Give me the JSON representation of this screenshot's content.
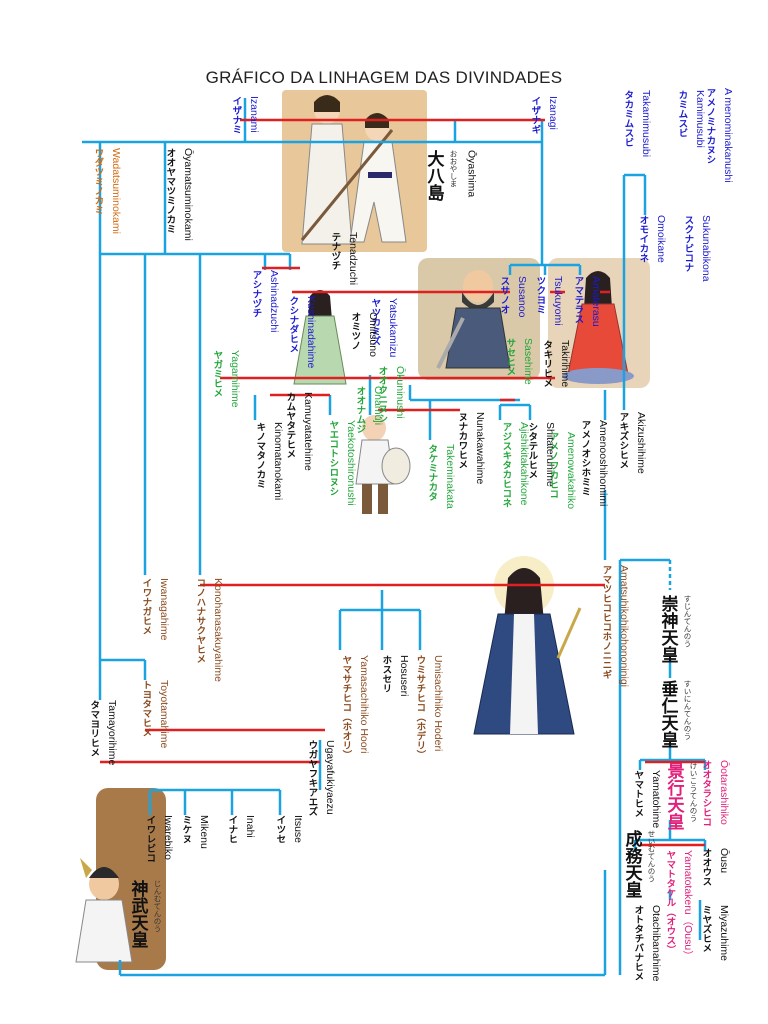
{
  "title": "GRÁFICO DA LINHAGEM DAS DIVINDADES",
  "deities": {
    "izanami": {
      "romaji": "Izanami",
      "kana": "イザナミ"
    },
    "izanagi": {
      "romaji": "Izanagi",
      "kana": "イザナギ"
    },
    "takamimusubi": {
      "romaji": "Takamimusubi",
      "kana": "タカミムスビ"
    },
    "kamimusubi": {
      "romaji": "Kamimusubi",
      "kana": "カミムスビ"
    },
    "amenominakanushi": {
      "romaji": "A menominakanushi",
      "kana": "アメノミナカヌシ"
    },
    "sukunabikona": {
      "romaji": "Sukunabikona",
      "kana": "スクナビコナ"
    },
    "omoikane": {
      "romaji": "Omoikane",
      "kana": "オモイカネ"
    },
    "wadatsuminokami": {
      "romaji": "Wadatsuminokami",
      "kana": "ワダツミノカミ"
    },
    "oyamatsuminokami": {
      "romaji": "Ōyamatsuminokami",
      "kana": "オオヤマツミノカミ"
    },
    "oyashima": {
      "romaji": "Ōyashima",
      "furigana": "おおやしま",
      "kanji": "大八島"
    },
    "tenadzuchi": {
      "romaji": "Tenadzuchi",
      "kana": "テナヅチ"
    },
    "ashinadzuchi": {
      "romaji": "Ashinadzuchi",
      "kana": "アシナヅチ"
    },
    "kushinadahime": {
      "romaji": "Kushinadahime",
      "kana": "クシナダヒメ"
    },
    "susanoo": {
      "romaji": "Susanoo",
      "kana": "スサノオ"
    },
    "tsukuyomi": {
      "romaji": "Tsukuyomi",
      "kana": "ツクヨミ"
    },
    "amaterasu": {
      "romaji": "Amaterasu",
      "kana": "アマテラス"
    },
    "yatsukamizu": {
      "romaji": "Yatsukamizu",
      "kana": "ヤツカミズ"
    },
    "omitsuno": {
      "romaji": "Omitsuno",
      "kana": "オミツノ"
    },
    "sasehime": {
      "romaji": "Sasehime",
      "kana": "サセヒメ"
    },
    "takirihime": {
      "romaji": "Takirihime",
      "kana": "タキリヒメ"
    },
    "yagamihime": {
      "romaji": "Yagamihime",
      "kana": "ヤガミヒメ"
    },
    "okuninushi": {
      "romaji": "Ōkuninushi",
      "kana": "オオクニヌシ"
    },
    "onamuji": {
      "romaji": "Ōnamuji",
      "kana": "オオナムジ"
    },
    "kamuyatatehime": {
      "romaji": "Kamuyatatehime",
      "kana": "カムヤタテヒメ"
    },
    "kinomatanokami": {
      "romaji": "Kinomatanokami",
      "kana": "キノマタノカミ"
    },
    "yaekotoshironushi": {
      "romaji": "Yaekotoshironushi",
      "kana": "ヤエコトシロヌシ"
    },
    "takeminakata": {
      "romaji": "Takeminakata",
      "kana": "タケミナカタ"
    },
    "nunakawahime": {
      "romaji": "Nunakawahime",
      "kana": "ヌナカワヒメ"
    },
    "ajishikitakahikone": {
      "romaji": "Ajishikitakahikone",
      "kana": "アジスキタカヒコネ"
    },
    "shitateruhime": {
      "romaji": "Shitateruhime",
      "kana": "シタテルヒメ"
    },
    "amenowakahiko": {
      "romaji": "Amenowakahiko",
      "kana": "アメノワカヒコ"
    },
    "amenooshihomimi": {
      "romaji": "Amenooshihomimi",
      "kana": "アメノオシホミミ"
    },
    "akizushihime": {
      "romaji": "Akizushihime",
      "kana": "アキズシヒメ"
    },
    "ninigi": {
      "romaji": "Amatsuhikohikohononinigi",
      "kana": "アマツヒコヒコホノニニギ"
    },
    "konohanasakuyahime": {
      "romaji": "Konohanasakuyahime",
      "kana": "コノハナサクヤヒメ"
    },
    "iwanagahime": {
      "romaji": "Iwanagahime",
      "kana": "イワナガヒメ"
    },
    "hosuseri": {
      "romaji": "Hosuseri",
      "kana": "ホスセリ"
    },
    "umisachihiko": {
      "romaji": "Umisachihiko Hoderi",
      "kana": "ウミサチヒコ（ホデリ）"
    },
    "yamasachihiko": {
      "romaji": "Yamasachihiko Hoori",
      "kana": "ヤマサチヒコ（ホオリ）"
    },
    "toyotamahime": {
      "romaji": "Toyotamahime",
      "kana": "トヨタマヒメ"
    },
    "tamayorihime": {
      "romaji": "Tamayorihime",
      "kana": "タマヨリヒメ"
    },
    "ugayafukiaezu": {
      "romaji": "Ugayafukiyaezu",
      "kana": "ウガヤフキアエズ"
    },
    "itsuse": {
      "romaji": "Itsuse",
      "kana": "イツセ"
    },
    "inahi": {
      "romaji": "Inahi",
      "kana": "イナヒ"
    },
    "mikenu": {
      "romaji": "Mikenu",
      "kana": "ミケヌ"
    },
    "iwarebiko": {
      "romaji": "Iwarebiko",
      "kana": "イワレビコ"
    },
    "jimmu": {
      "furigana": "じんむてんのう",
      "kanji": "神武天皇"
    },
    "sujin": {
      "furigana": "すじんてんのう",
      "kanji": "崇神天皇"
    },
    "suinin": {
      "furigana": "すいにんてんのう",
      "kanji": "垂仁天皇"
    },
    "keiko": {
      "furigana": "けいこうてんのう",
      "kanji": "景行天皇"
    },
    "seimu": {
      "furigana": "せいむてんのう",
      "kanji": "成務天皇"
    },
    "yamatohime": {
      "romaji": "Yamatohime",
      "kana": "ヤマトヒメ"
    },
    "otarashihiko": {
      "romaji": "Ōotarashihiko",
      "kana": "オオタラシヒコ"
    },
    "ousu": {
      "romaji": "Ōusu",
      "kana": "オオウス"
    },
    "yamatotakeru": {
      "romaji": "Yamatotakeru（Ousu）",
      "kana": "ヤマトタケル（オウス）"
    },
    "miyazuhime": {
      "romaji": "Miyazuhime",
      "kana": "ミヤズヒメ"
    },
    "otachibanahime": {
      "romaji": "Otachibanahime",
      "kana": "オトタチバナヒメ"
    }
  },
  "colors": {
    "line_blue": "#1aa3e0",
    "line_red": "#e02020",
    "deity_blue": "#1a1ad0",
    "sea_orange": "#d26a10",
    "earth_green": "#22a63a",
    "emperor_brown": "#8a4a1e",
    "highlight_pink": "#e0207a"
  },
  "figures": [
    "izanagi-izanami-figure",
    "susanoo-figure",
    "amaterasu-figure",
    "kushinadahime-figure",
    "okuninushi-figure",
    "ninigi-figure",
    "jimmu-figure"
  ]
}
